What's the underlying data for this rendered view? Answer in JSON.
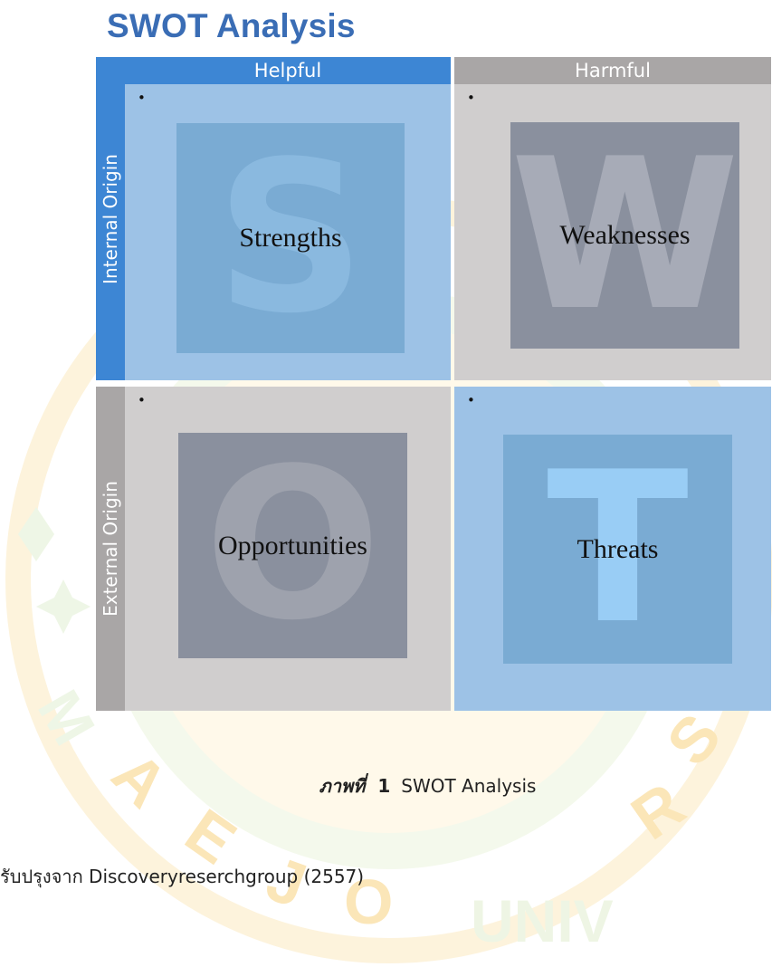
{
  "title": "SWOT Analysis",
  "columns": {
    "helpful": "Helpful",
    "harmful": "Harmful"
  },
  "rows": {
    "internal": "Internal Origin",
    "external": "External Origin"
  },
  "quadrants": {
    "strengths": {
      "label": "Strengths",
      "letter": "S",
      "bullet": "•"
    },
    "weaknesses": {
      "label": "Weaknesses",
      "letter": "W",
      "bullet": "•"
    },
    "opportunities": {
      "label": "Opportunities",
      "letter": "O",
      "bullet": "•"
    },
    "threats": {
      "label": "Threats",
      "letter": "T",
      "bullet": "•"
    }
  },
  "caption": {
    "prefix": "ภาพที่",
    "number": "1",
    "text": "SWOT Analysis"
  },
  "source": "รับปรุงจาก Discoveryreserchgroup (2557)",
  "colors": {
    "title": "#3a6db5",
    "helpful": "#3d86d4",
    "harmful": "#a9a6a6",
    "quad_blue": "#9dc2e6",
    "quad_grey": "#d0cece",
    "watermark": "#fde9bf"
  }
}
